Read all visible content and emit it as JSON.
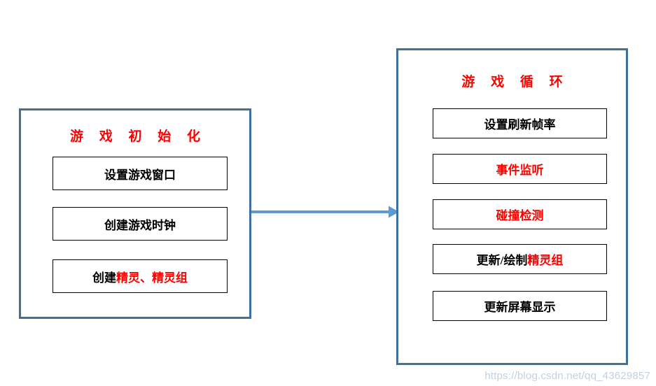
{
  "diagram": {
    "title_color": "#FF0000",
    "panel_border_color": "#41709C",
    "box_border_color": "#000000",
    "arrow_color": "#5B9BD5",
    "panels": [
      {
        "id": "init",
        "title": "游 戏 初 始 化",
        "steps": [
          {
            "text": "设置游戏窗口",
            "black_part": "设置游戏窗口",
            "red_part": ""
          },
          {
            "text": "创建游戏时钟",
            "black_part": "创建游戏时钟",
            "red_part": ""
          },
          {
            "text": "创建精灵、精灵组",
            "black_part": "创建",
            "red_part": "精灵、精灵组"
          }
        ]
      },
      {
        "id": "loop",
        "title": "游 戏 循 环",
        "steps": [
          {
            "text": "设置刷新帧率",
            "black_part": "设置刷新帧率",
            "red_part": ""
          },
          {
            "text": "事件监听",
            "black_part": "",
            "red_part": "事件监听"
          },
          {
            "text": "碰撞检测",
            "black_part": "",
            "red_part": "碰撞检测"
          },
          {
            "text": "更新/绘制精灵组",
            "black_part": "更新/绘制",
            "red_part": "精灵组"
          },
          {
            "text": "更新屏幕显示",
            "black_part": "更新屏幕显示",
            "red_part": ""
          }
        ]
      }
    ],
    "connector": {
      "name": "arrow-init-to-loop",
      "direction": "right"
    },
    "watermark": "https://blog.csdn.net/qq_43629857"
  }
}
